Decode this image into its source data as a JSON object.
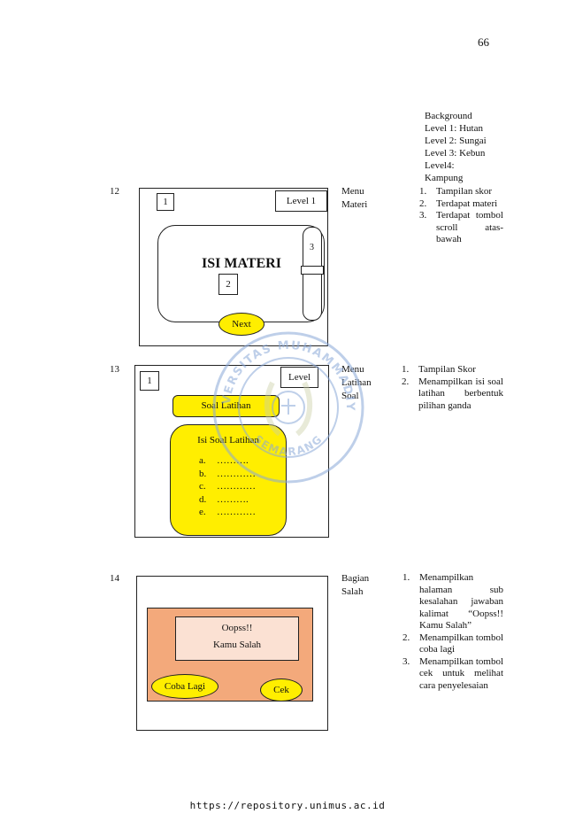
{
  "page_number": "66",
  "background_info": [
    "Background",
    "Level 1: Hutan",
    "Level 2: Sungai",
    "Level 3: Kebun",
    "Level4:",
    "Kampung"
  ],
  "rows": [
    {
      "number": "12",
      "label": [
        "Menu",
        "Materi"
      ],
      "mock": {
        "box1": "1",
        "level": "Level 1",
        "title": "ISI MATERI",
        "box2": "2",
        "box3": "3",
        "next": "Next"
      },
      "items": [
        {
          "n": "1.",
          "text": "Tampilan skor"
        },
        {
          "n": "2.",
          "text": "Terdapat materi"
        },
        {
          "n": "3.",
          "text": "Terdapat tombol scroll atas-bawah"
        }
      ]
    },
    {
      "number": "13",
      "label": [
        "Menu",
        "Latihan",
        "Soal"
      ],
      "mock": {
        "box1": "1",
        "level": "Level",
        "header": "Soal Latihan",
        "content_title": "Isi Soal Latihan",
        "options": [
          {
            "l": "a.",
            "v": "………."
          },
          {
            "l": "b.",
            "v": "…………"
          },
          {
            "l": "c.",
            "v": "…………"
          },
          {
            "l": "d.",
            "v": "………."
          },
          {
            "l": "e.",
            "v": "…………"
          }
        ]
      },
      "items": [
        {
          "n": "1.",
          "text": "Tampilan Skor"
        },
        {
          "n": "2.",
          "text": "Menampilkan isi soal latihan berbentuk pilihan ganda"
        }
      ]
    },
    {
      "number": "14",
      "label": [
        "Bagian",
        "Salah"
      ],
      "mock": {
        "line1": "Oopss!!",
        "line2": "Kamu Salah",
        "retry": "Coba Lagi",
        "check": "Cek"
      },
      "items": [
        {
          "n": "1.",
          "text": "Menampilkan halaman sub kesalahan jawaban kalimat “Oopss!! Kamu Salah”"
        },
        {
          "n": "2.",
          "text": "Menampilkan tombol coba lagi"
        },
        {
          "n": "3.",
          "text": "Menampilkan tombol cek untuk melihat cara penyelesaian"
        }
      ]
    }
  ],
  "watermark": {
    "top": "UNIVERSITAS MUHAMMADIYAH",
    "bottom": "SEMARANG"
  },
  "footer_url": "https://repository.unimus.ac.id",
  "colors": {
    "yellow": "#ffee00",
    "salmon": "#f3a97b",
    "pink": "#fbe1d3",
    "seal": "#8aa8d8"
  }
}
